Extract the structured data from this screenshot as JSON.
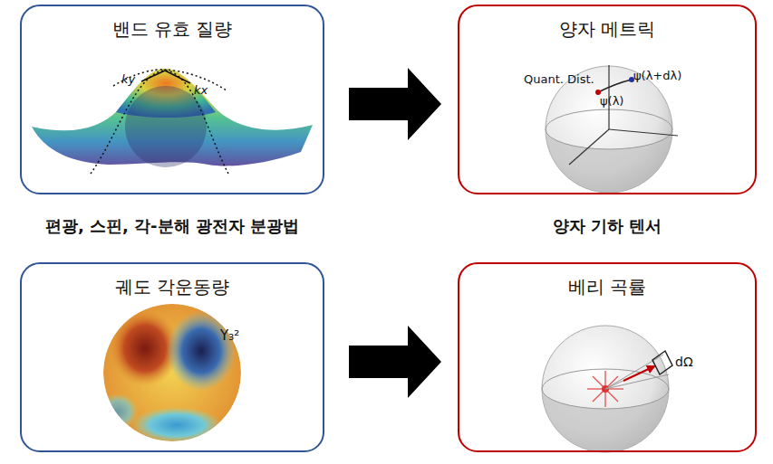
{
  "diagram": {
    "nodes": [
      {
        "text": [
          "밴드 유효 질량"
        ]
      },
      {
        "text": [
          "양자 메트릭"
        ]
      },
      {
        "text": [
          "궤도 각운동량"
        ]
      },
      {
        "text": [
          "베리 곡률"
        ]
      }
    ],
    "edges": [
      {
        "from": 0,
        "to": 1,
        "arrow": "to"
      },
      {
        "from": 2,
        "to": 3,
        "arrow": "to"
      }
    ],
    "labels": [
      "편광, 스핀, 각-분해 광전자 분광법",
      "양자 기하 텐서",
      "ky",
      "kx",
      "Quant. Dist.",
      "ψ(λ+dλ)",
      "ψ(λ)",
      "Y₃²",
      "dΩ"
    ]
  }
}
